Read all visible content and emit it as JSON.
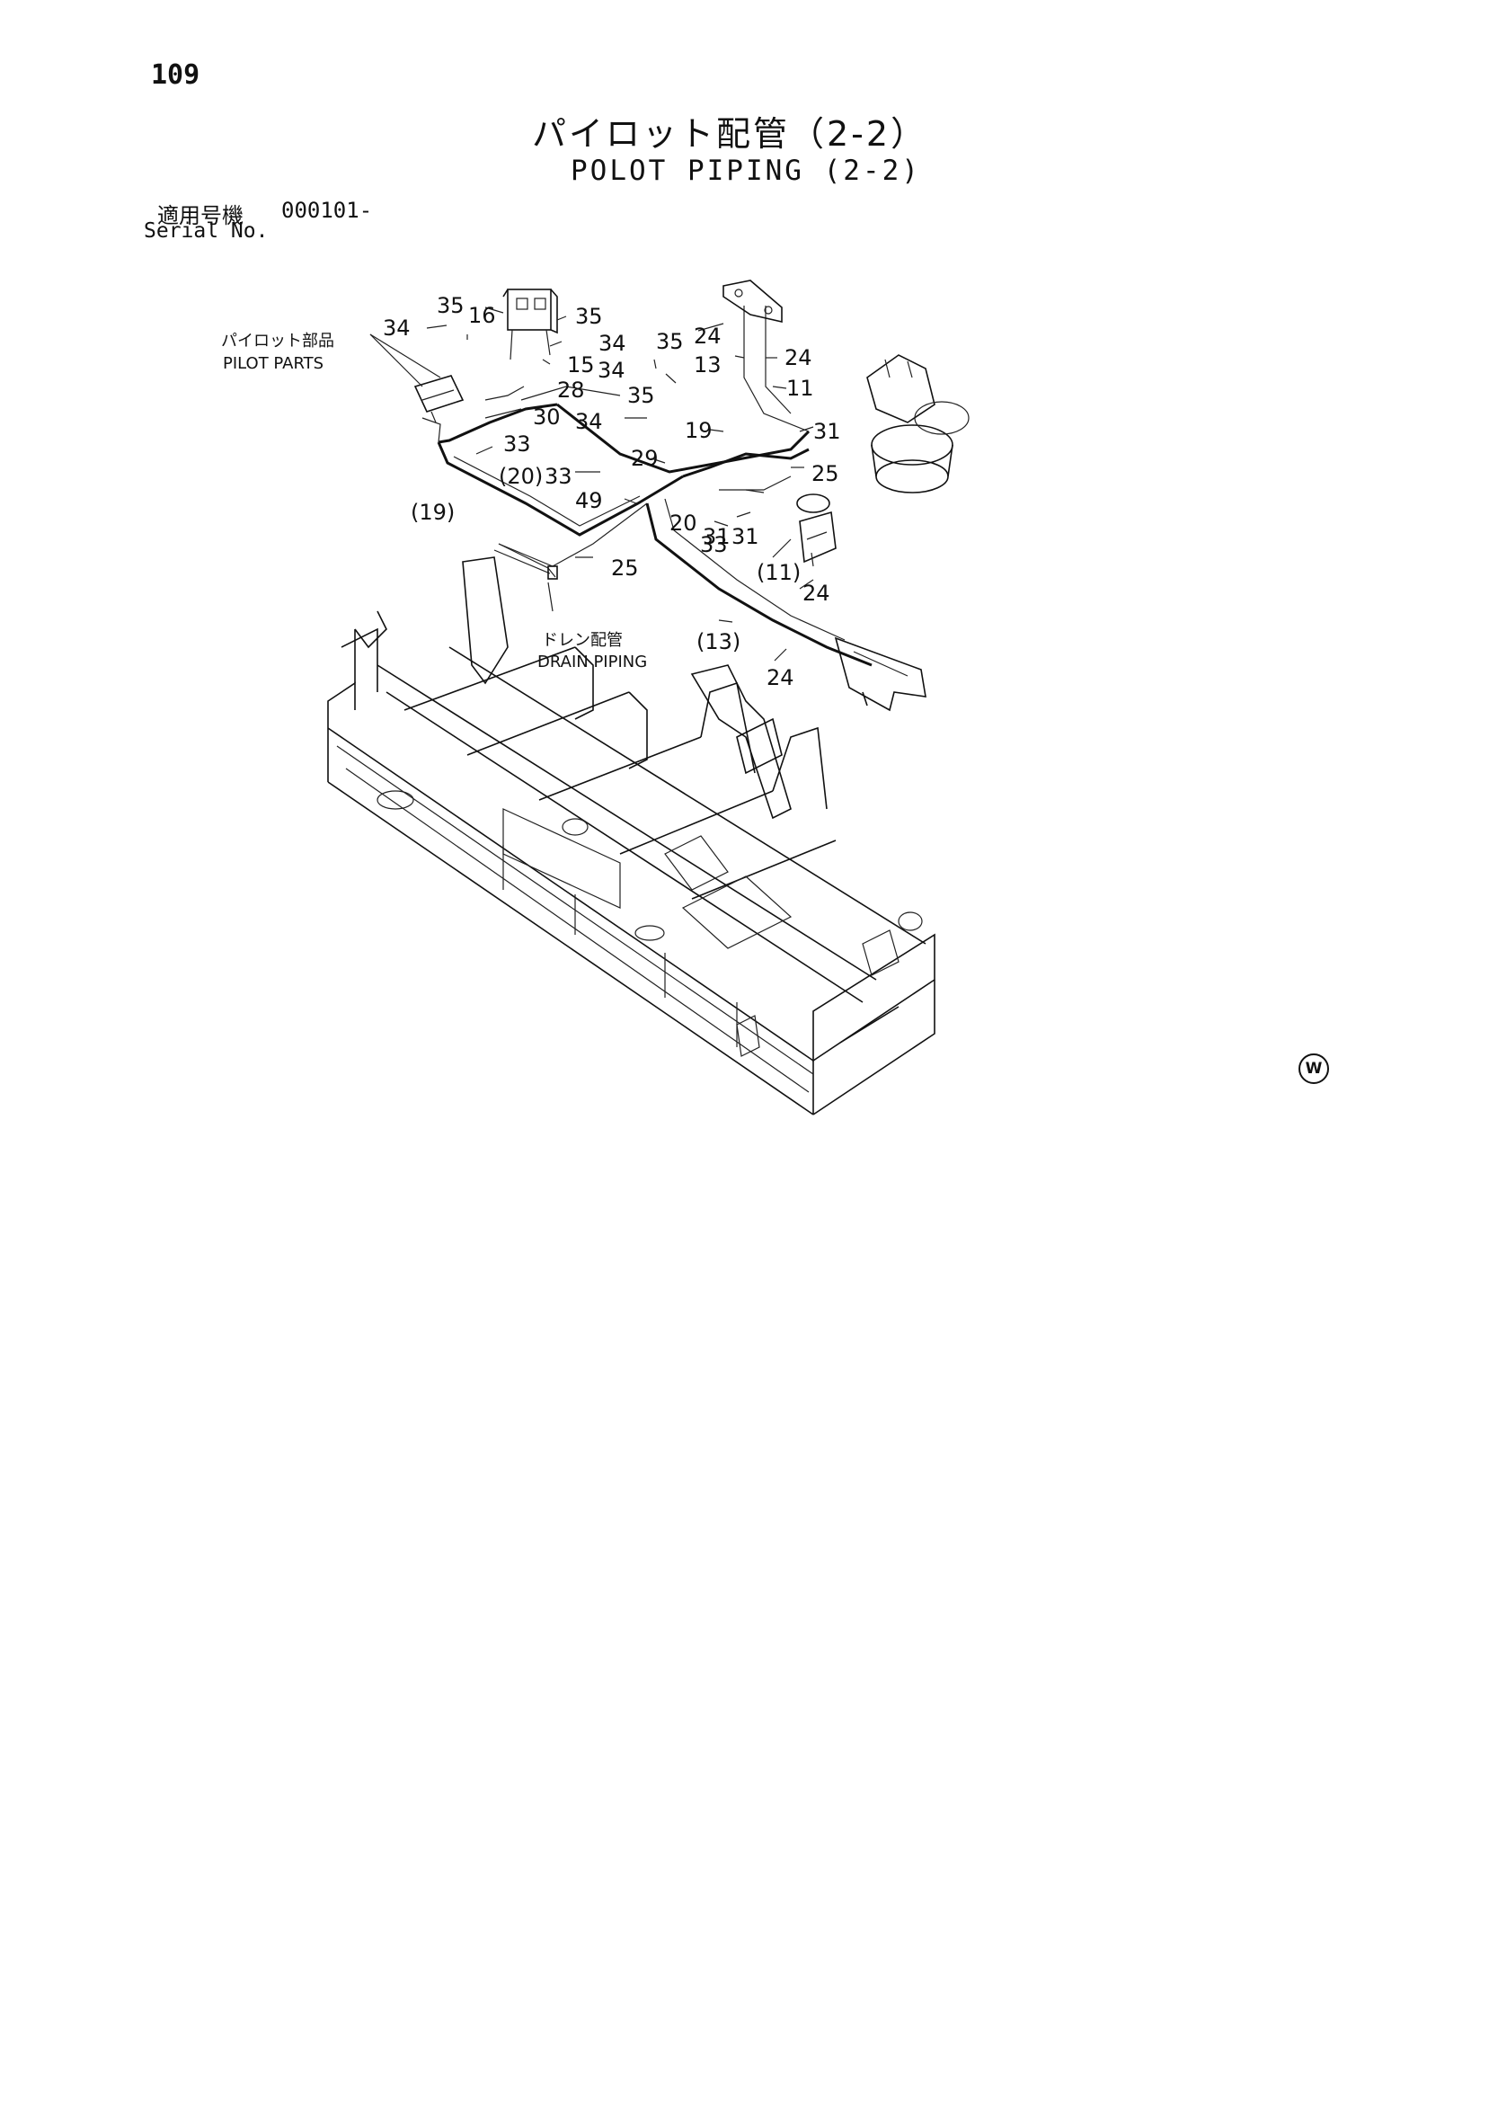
{
  "page_number": "109",
  "title_jp": "パイロット配管（2-2）",
  "title_en": "POLOT PIPING (2-2)",
  "serial": {
    "label_jp": "適用号機",
    "value": "000101-",
    "label_en": "Serial No."
  },
  "annotations": {
    "pilot_parts_jp": "パイロット部品",
    "pilot_parts_en": "PILOT PARTS",
    "drain_piping_jp": "ドレン配管",
    "drain_piping_en": "DRAIN PIPING"
  },
  "callouts": {
    "c35a": "35",
    "c16": "16",
    "c35b": "35",
    "c34a": "34",
    "c34b": "34",
    "c15": "15",
    "c28": "28",
    "c30": "30",
    "c33a": "33",
    "c19p": "(19)",
    "c20p": "(20)",
    "c33b": "33",
    "c49": "49",
    "c35c": "35",
    "c24a": "24",
    "c13": "13",
    "c34c": "34",
    "c24b": "24",
    "c11": "11",
    "c35d": "35",
    "c34d": "34",
    "c19": "19",
    "c31a": "31",
    "c29": "29",
    "c25a": "25",
    "c20": "20",
    "c31b": "31",
    "c33c": "33",
    "c31c": "31",
    "c11p": "(11)",
    "c24c": "24",
    "c25b": "25",
    "c13p": "(13)",
    "c24d": "24"
  },
  "mark": "W"
}
